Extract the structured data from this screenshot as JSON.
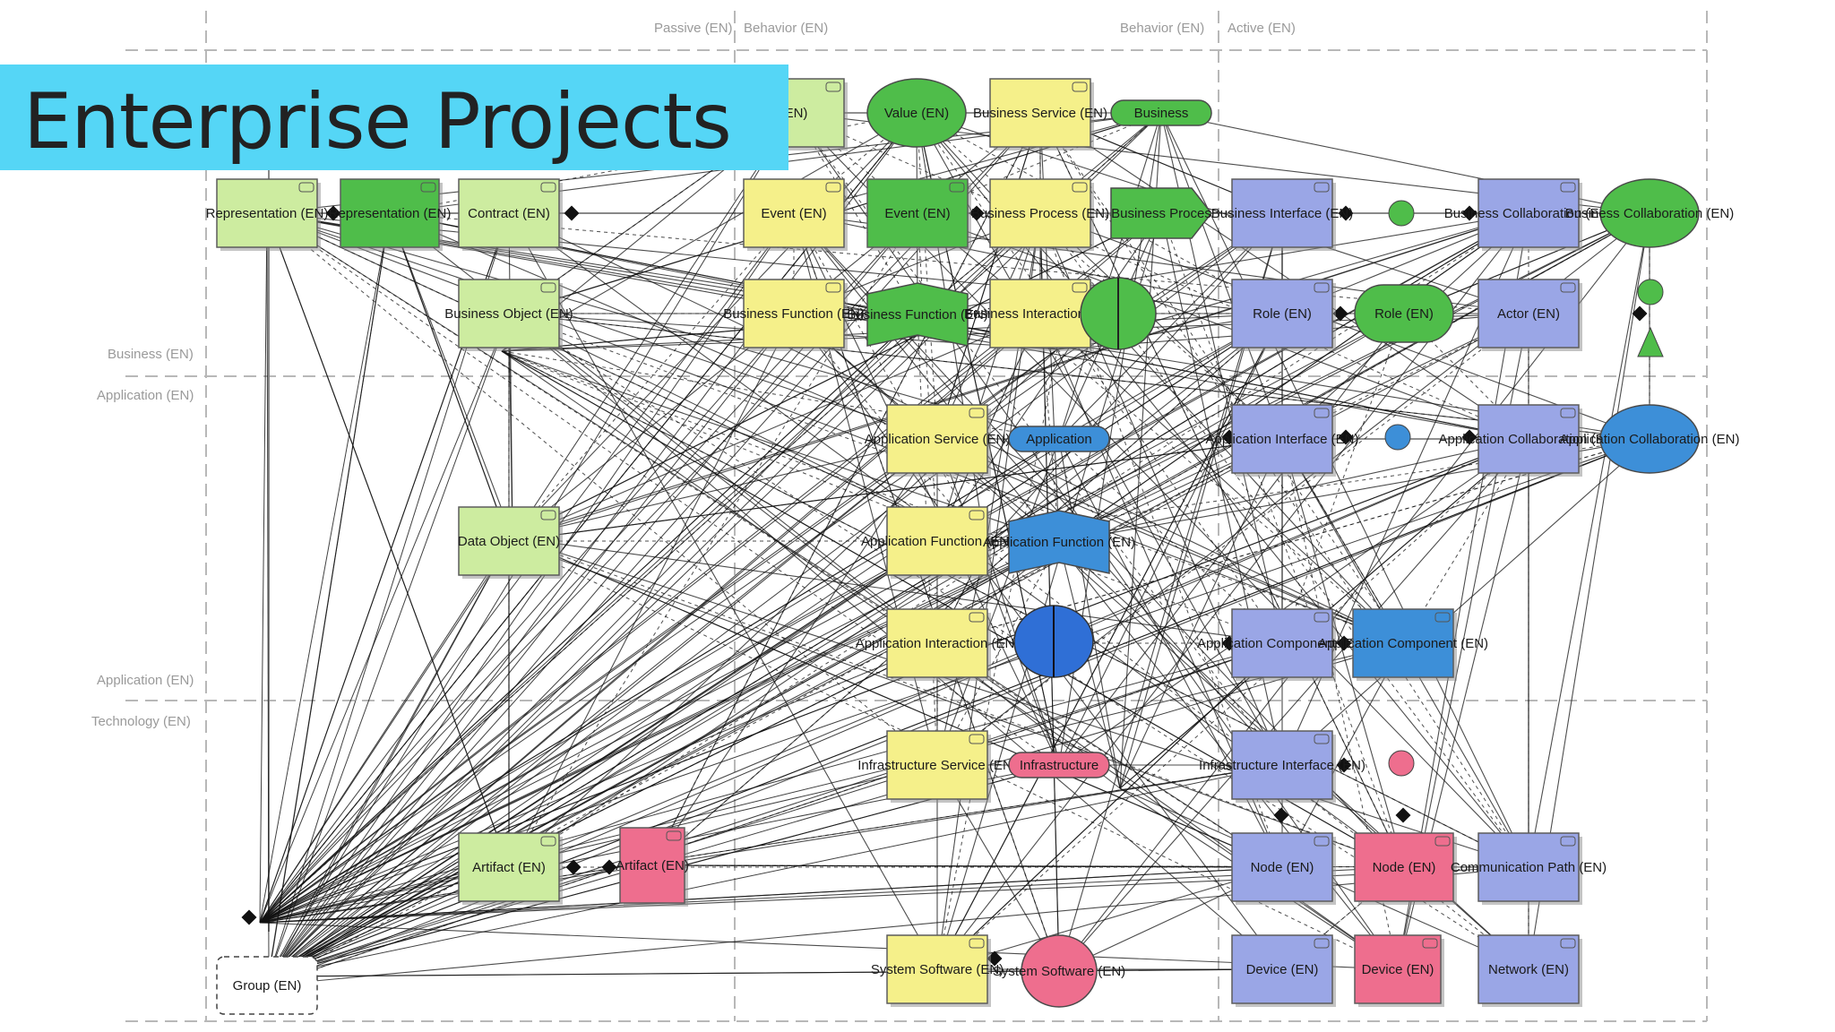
{
  "title": "Enterprise Projects",
  "colors": {
    "banner": "#55d6f6",
    "business_passive": "#cdeca0",
    "business_active": "#4fbd4a",
    "yellow": "#f5f08a",
    "purple": "#9aa6e6",
    "blue": "#3d8fd8",
    "pink": "#ee6e8e"
  },
  "layer_labels": [
    "Business (EN)",
    "Application (EN)",
    "Application (EN)",
    "Technology (EN)"
  ],
  "column_labels": [
    "Passive (EN)",
    "Behavior (EN)",
    "Behavior (EN)",
    "Active (EN)"
  ],
  "nodes": [
    {
      "label": "Representation (EN)"
    },
    {
      "label": "Representation (EN)"
    },
    {
      "label": "Contract (EN)"
    },
    {
      "label": "(EN)"
    },
    {
      "label": "Value (EN)"
    },
    {
      "label": "Business Service (EN)"
    },
    {
      "label": "Business"
    },
    {
      "label": "Event (EN)"
    },
    {
      "label": "Event (EN)"
    },
    {
      "label": "Business Process (EN)"
    },
    {
      "label": "Business Proces"
    },
    {
      "label": "Business Interface (EN)"
    },
    {
      "label": "Business Collaboration (EN)"
    },
    {
      "label": "Business Collaboration (EN)"
    },
    {
      "label": "Business Object (EN)"
    },
    {
      "label": "Business Function (EN)"
    },
    {
      "label": "Business Function (EN)"
    },
    {
      "label": "Business Interaction (EN)"
    },
    {
      "label": "Role (EN)"
    },
    {
      "label": "Role (EN)"
    },
    {
      "label": "Actor (EN)"
    },
    {
      "label": "Application Service (EN)"
    },
    {
      "label": "Application"
    },
    {
      "label": "Application Interface (EN)"
    },
    {
      "label": "Application Collaboration (EN)"
    },
    {
      "label": "Application Collaboration (EN)"
    },
    {
      "label": "Data Object (EN)"
    },
    {
      "label": "Application Function (EN)"
    },
    {
      "label": "Application Function (EN)"
    },
    {
      "label": "Application Interaction (EN)"
    },
    {
      "label": "Application Component (EN)"
    },
    {
      "label": "Application Component (EN)"
    },
    {
      "label": "Infrastructure Service (EN)"
    },
    {
      "label": "Infrastructure"
    },
    {
      "label": "Infrastructure Interface (EN)"
    },
    {
      "label": "Artifact (EN)"
    },
    {
      "label": "Artifact (EN)"
    },
    {
      "label": "Node (EN)"
    },
    {
      "label": "Node (EN)"
    },
    {
      "label": "Communication Path (EN)"
    },
    {
      "label": "System Software (EN)"
    },
    {
      "label": "System Software (EN)"
    },
    {
      "label": "Device (EN)"
    },
    {
      "label": "Device (EN)"
    },
    {
      "label": "Network (EN)"
    },
    {
      "label": "Group (EN)"
    }
  ]
}
